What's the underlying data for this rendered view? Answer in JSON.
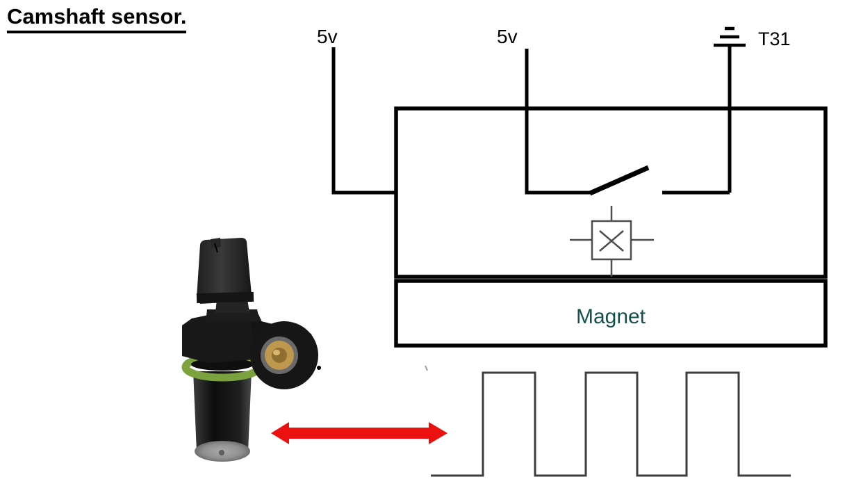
{
  "title": "Camshaft sensor.",
  "circuit": {
    "supply1_label": "5v",
    "supply2_label": "5v",
    "ground_label": "T31",
    "magnet_label": "Magnet"
  },
  "colors": {
    "wire": "#000000",
    "hall_symbol": "#4d4d4d",
    "magnet_text": "#13514e",
    "arrow": "#ec1111",
    "waveform": "#3d3d3d"
  },
  "waveform": {
    "type": "square-wave",
    "pulse_count": 3,
    "levels": [
      "low",
      "high"
    ]
  },
  "icons": {
    "sensor_photo": "camshaft-position-sensor-photo",
    "double_arrow": "left-right-arrow-icon"
  }
}
